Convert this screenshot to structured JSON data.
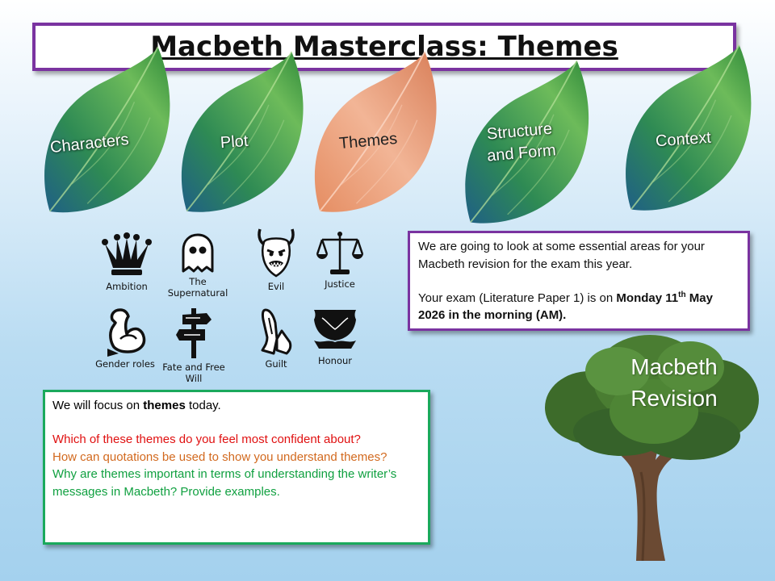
{
  "title": "Macbeth Masterclass: Themes",
  "leaves": [
    {
      "label": "Characters",
      "active": false
    },
    {
      "label": "Plot",
      "active": false
    },
    {
      "label": "Themes",
      "active": true
    },
    {
      "label_line1": "Structure",
      "label_line2": "and Form",
      "active": false
    },
    {
      "label": "Context",
      "active": false
    }
  ],
  "themes": [
    {
      "label": "Ambition",
      "icon": "crown-icon"
    },
    {
      "label_line1": "The",
      "label_line2": "Supernatural",
      "icon": "ghost-icon"
    },
    {
      "label": "Evil",
      "icon": "demon-mask-icon"
    },
    {
      "label": "Justice",
      "icon": "scales-icon"
    },
    {
      "label": "Gender roles",
      "icon": "flexed-arm-icon"
    },
    {
      "label": "Fate and Free Will",
      "icon": "signpost-icon"
    },
    {
      "label": "Guilt",
      "icon": "praying-hands-icon"
    },
    {
      "label": "Honour",
      "icon": "shield-icon"
    }
  ],
  "info": {
    "line1": "We are going to look at some essential areas for your Macbeth revision for the exam this year.",
    "line2_prefix": "Your exam (Literature Paper 1) is on ",
    "line2_bold_a": "Monday 11",
    "line2_sup": "th",
    "line2_bold_b": " May 2026 in the morning (AM)."
  },
  "focus": {
    "intro_prefix": "We will focus on ",
    "intro_bold": "themes",
    "intro_suffix": " today.",
    "q1": "Which of these themes do you feel most confident about?",
    "q2": "How can quotations be used to show you understand themes?",
    "q3": "Why are themes important in terms of understanding the writer’s messages in Macbeth? Provide examples."
  },
  "tree": {
    "line1": "Macbeth",
    "line2": "Revision"
  },
  "colors": {
    "accent_purple": "#7a33a0",
    "accent_green": "#1aa95c",
    "leaf_green": "#3f9a48",
    "leaf_active": "#e0906a"
  }
}
